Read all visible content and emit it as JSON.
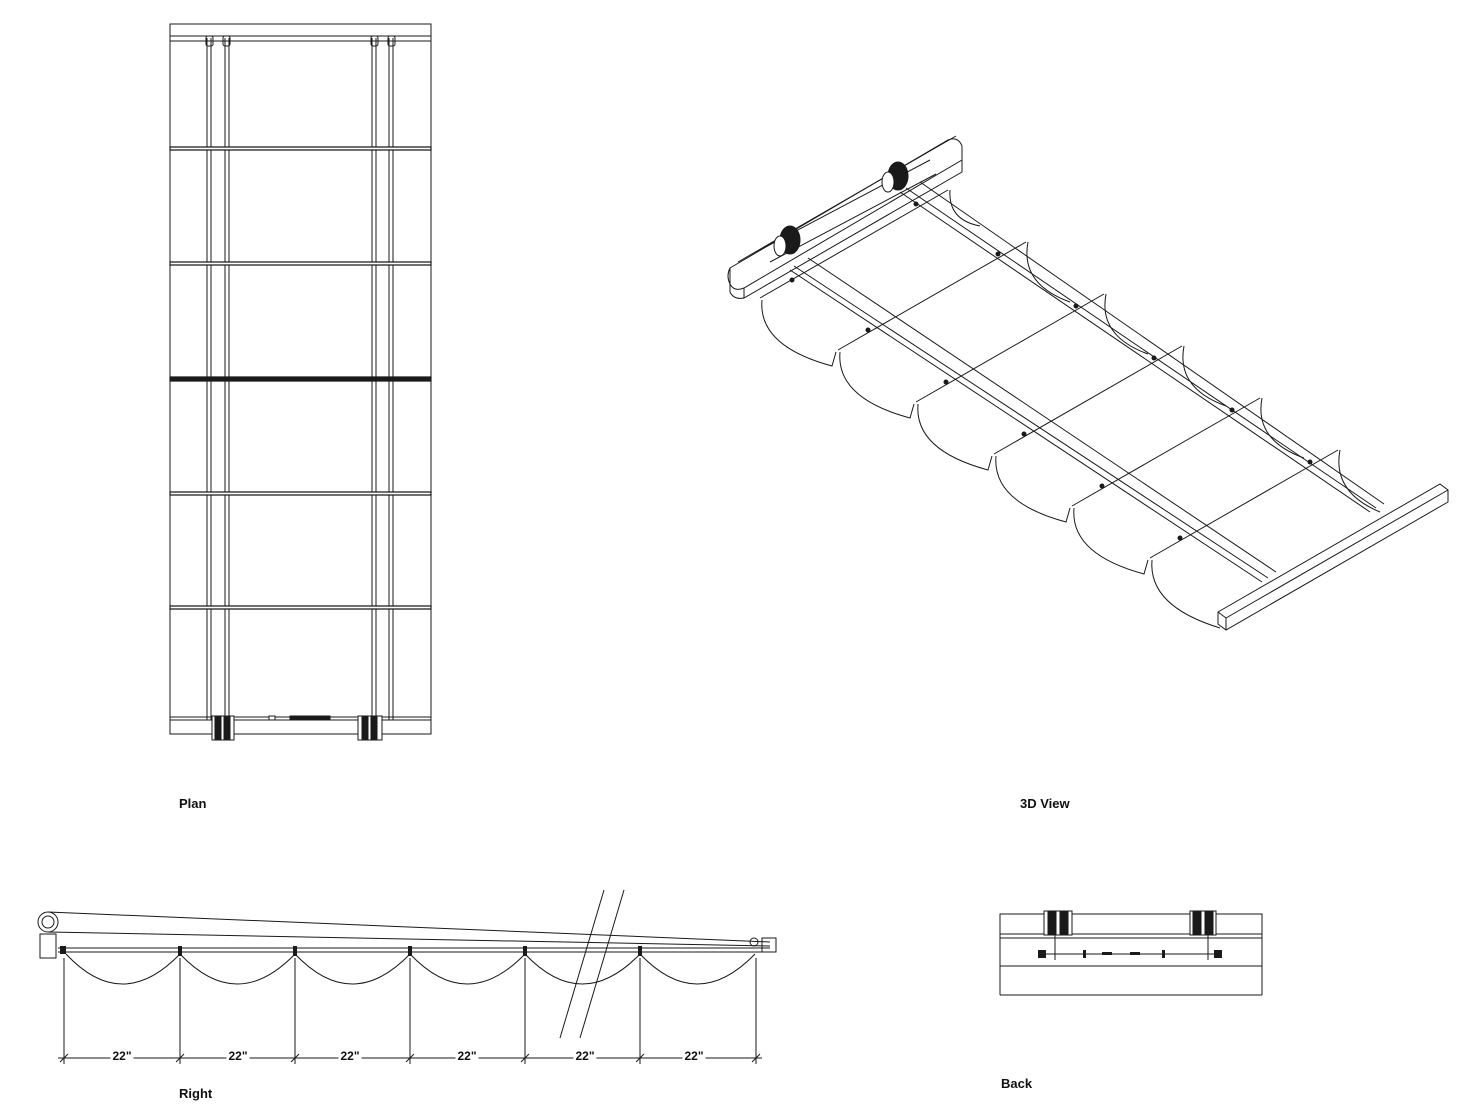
{
  "views": {
    "plan": {
      "caption": "Plan"
    },
    "three_d": {
      "caption": "3D View"
    },
    "right": {
      "caption": "Right",
      "dimensions": [
        "22\"",
        "22\"",
        "22\"",
        "22\"",
        "22\"",
        "22\""
      ]
    },
    "back": {
      "caption": "Back"
    }
  },
  "colors": {
    "line": "#1a1a1a",
    "dark": "#111111",
    "paper": "#ffffff"
  }
}
